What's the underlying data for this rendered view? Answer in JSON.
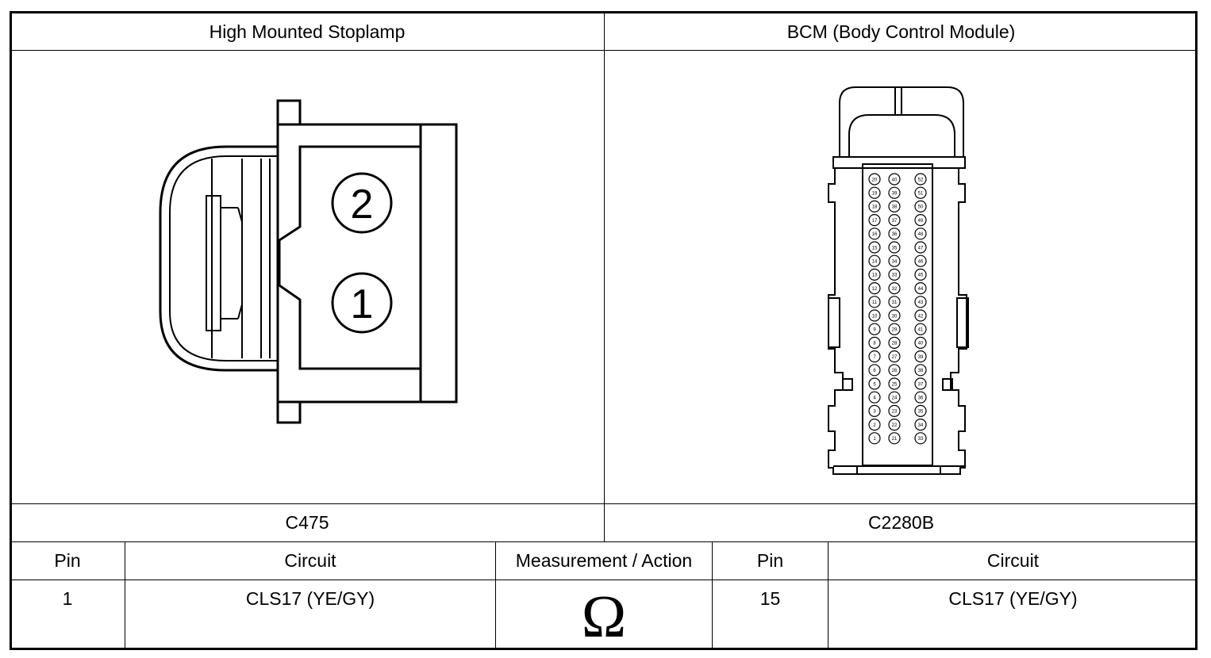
{
  "headers": {
    "left_component": "High Mounted Stoplamp",
    "right_component": "BCM (Body Control Module)"
  },
  "connectors": {
    "left_id": "C475",
    "right_id": "C2280B"
  },
  "left_connector_pins": [
    "2",
    "1"
  ],
  "table": {
    "columns": [
      "Pin",
      "Circuit",
      "Measurement / Action",
      "Pin",
      "Circuit"
    ],
    "rows": [
      {
        "pin_a": "1",
        "circuit_a": "CLS17 (YE/GY)",
        "measurement_symbol": "Ω",
        "measurement_meaning": "resistance-icon",
        "pin_b": "15",
        "circuit_b": "CLS17 (YE/GY)"
      }
    ]
  },
  "bcm_pin_columns": {
    "left": [
      "20",
      "19",
      "18",
      "17",
      "16",
      "15",
      "14",
      "13",
      "12",
      "11",
      "10",
      "9",
      "8",
      "7",
      "6",
      "5",
      "4",
      "3",
      "2",
      "1"
    ],
    "middle": [
      "40",
      "39",
      "38",
      "37",
      "36",
      "35",
      "34",
      "33",
      "32",
      "31",
      "30",
      "29",
      "28",
      "27",
      "26",
      "25",
      "24",
      "23",
      "22",
      "21"
    ],
    "right": [
      "52",
      "51",
      "50",
      "49",
      "48",
      "47",
      "46",
      "45",
      "44",
      "43",
      "42",
      "41",
      "40",
      "39",
      "38",
      "37",
      "36",
      "35",
      "34",
      "33"
    ]
  }
}
